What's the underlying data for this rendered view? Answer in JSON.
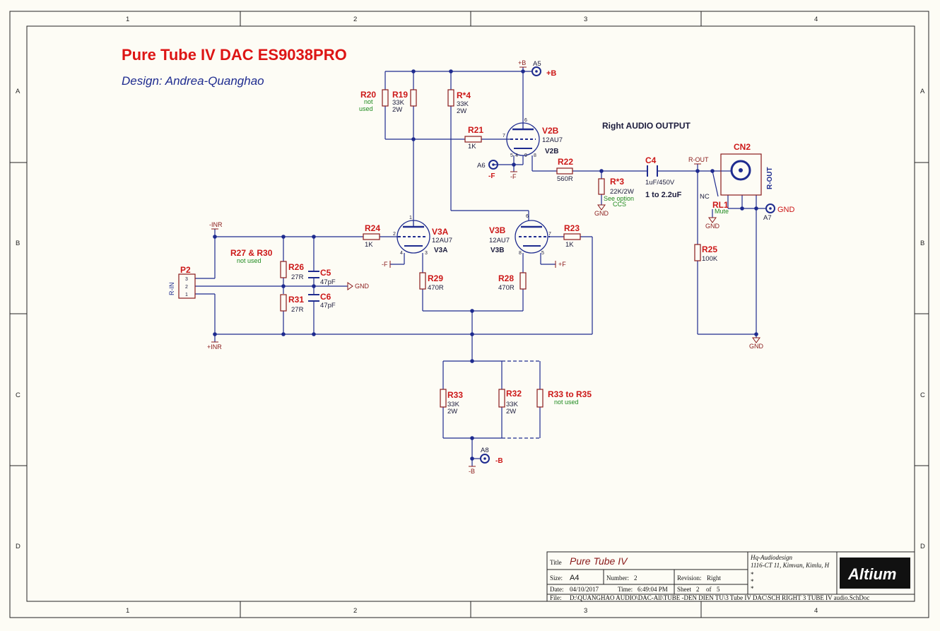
{
  "title": "Pure Tube IV DAC ES9038PRO",
  "designer": "Design: Andrea-Quanghao",
  "section_title": "Right AUDIO OUTPUT",
  "zones": {
    "cols": [
      "1",
      "2",
      "3",
      "4"
    ],
    "rows": [
      "A",
      "B",
      "C",
      "D"
    ]
  },
  "components": {
    "R20": {
      "ref": "R20",
      "n1": "not",
      "n2": "used"
    },
    "R19": {
      "ref": "R19",
      "v1": "33K",
      "v2": "2W"
    },
    "Rs4": {
      "ref": "R*4",
      "v1": "33K",
      "v2": "2W"
    },
    "R21": {
      "ref": "R21",
      "v1": "1K"
    },
    "V2B": {
      "ref": "V2B",
      "v1": "12AU7",
      "v2": "V2B"
    },
    "R22": {
      "ref": "R22",
      "v1": "560R"
    },
    "Rs3": {
      "ref": "R*3",
      "v1": "22K/2W",
      "n1": "See option",
      "n2": "CCS"
    },
    "C4": {
      "ref": "C4",
      "v1": "1uF/450V",
      "v2": "1 to 2.2uF"
    },
    "CN2": {
      "ref": "CN2",
      "v1": "R-OUT"
    },
    "RL1": {
      "ref": "RL1",
      "v1": "Mute"
    },
    "R25": {
      "ref": "R25",
      "v1": "100K"
    },
    "R24": {
      "ref": "R24",
      "v1": "1K"
    },
    "V3A": {
      "ref": "V3A",
      "v1": "12AU7",
      "v2": "V3A"
    },
    "V3B": {
      "ref": "V3B",
      "v1": "12AU7",
      "v2": "V3B"
    },
    "R23": {
      "ref": "R23",
      "v1": "1K"
    },
    "R29": {
      "ref": "R29",
      "v1": "470R"
    },
    "R28": {
      "ref": "R28",
      "v1": "470R"
    },
    "R27R30": {
      "ref": "R27 & R30",
      "n1": "not used"
    },
    "R26": {
      "ref": "R26",
      "v1": "27R"
    },
    "R31": {
      "ref": "R31",
      "v1": "27R"
    },
    "C5": {
      "ref": "C5",
      "v1": "47pF"
    },
    "C6": {
      "ref": "C6",
      "v1": "47pF"
    },
    "P2": {
      "ref": "P2",
      "v1": "R-IN",
      "pins": [
        "3",
        "2",
        "1"
      ]
    },
    "R33": {
      "ref": "R33",
      "v1": "33K",
      "v2": "2W"
    },
    "R32": {
      "ref": "R32",
      "v1": "33K",
      "v2": "2W"
    },
    "R33toR35": {
      "ref": "R33 to R35",
      "n1": "not used"
    }
  },
  "nets": {
    "plusB_label": "+B",
    "plusB_port": "+B",
    "A5": "A5",
    "A6": "A6",
    "A7": "A7",
    "A8": "A8",
    "minusF": "-F",
    "minusF_port": "-F",
    "minusB_port": "-B",
    "minusB_label": "-B",
    "plusF": "+F",
    "GND": "GND",
    "GND_port": "GND",
    "INR_neg": "-INR",
    "INR_pos": "+INR",
    "ROUT": "R-OUT",
    "NC": "NC"
  },
  "pins": {
    "v2b": [
      "6",
      "7",
      "5",
      "4",
      "9",
      "8"
    ],
    "v3a": [
      "1",
      "2",
      "4",
      "3"
    ],
    "v3b": [
      "6",
      "7",
      "8",
      "5"
    ]
  },
  "titleblock": {
    "title_label": "Title",
    "title": "Pure Tube IV",
    "size_label": "Size:",
    "size": "A4",
    "number_label": "Number:",
    "number": "2",
    "revision_label": "Revision:",
    "revision": "Right",
    "date_label": "Date:",
    "date": "04/10/2017",
    "time_label": "Time:",
    "time": "6:49:04 PM",
    "sheet_label": "Sheet",
    "sheet": "2",
    "of_label": "of",
    "of": "5",
    "file_label": "File:",
    "file": "D:\\QUANGHAO AUDIO\\DAC-All\\TUBE -DEN DIEN TU\\3 Tube IV DAC\\SCH RIGHT 3 TUBE IV audio.SchDoc",
    "company": "Hq-Audiodesign",
    "address": "1116-CT 11, Kimvan, Kimlu, H",
    "stars": [
      "*",
      "*",
      "*"
    ],
    "logo": "Altium"
  },
  "colors": {
    "wire": "#1e2b8f",
    "ref": "#cc1818",
    "note": "#1e8a1e",
    "body": "#8a1a1a",
    "paper": "#fdfcf5"
  }
}
